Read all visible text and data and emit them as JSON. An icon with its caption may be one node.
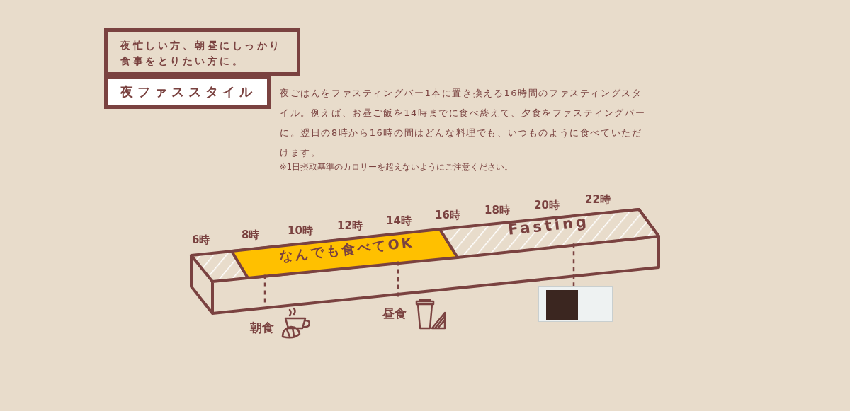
{
  "diagram": {
    "nodes": [
      {
        "text": [
          "夜忙しい方、朝昼にしっかり食事をとりたい方に。"
        ]
      },
      {
        "text": [
          "夜ファススタイル"
        ]
      },
      {
        "text": [
          "なんでも食べてOK"
        ]
      },
      {
        "text": [
          "Fasting"
        ]
      },
      {
        "text": [
          "朝食"
        ]
      },
      {
        "text": [
          "昼食"
        ]
      },
      {
        "text": [],
        "shape": "picture"
      }
    ],
    "edges": [
      {
        "from": 2,
        "to": 4,
        "arrow": "none",
        "style": "dashed"
      },
      {
        "from": 2,
        "to": 5,
        "arrow": "none",
        "style": "dashed"
      },
      {
        "from": 3,
        "to": 6,
        "arrow": "none",
        "style": "dashed"
      }
    ],
    "labels": [
      "夜ごはんをファスティングバー1本に置き換える16時間のファスティングスタイル。例えば、お昼ご飯を14時までに食べ終えて、夕食をファスティングバーに。翌日の8時から16時の間はどんな料理でも、いつものように食べていただけます。",
      "※1日摂取基準のカロリーを超えないようにご注意ください。",
      "6時",
      "8時",
      "10時",
      "12時",
      "14時",
      "16時",
      "18時",
      "20時",
      "22時"
    ]
  }
}
